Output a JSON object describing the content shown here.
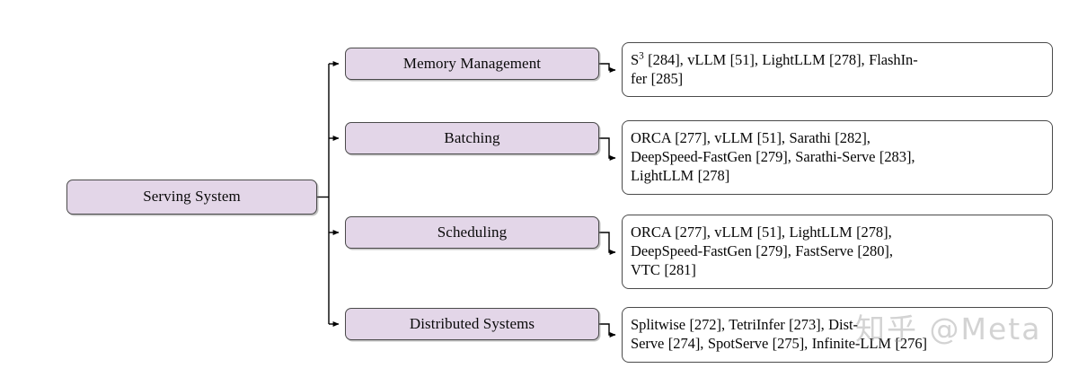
{
  "root": {
    "label": "Serving System"
  },
  "branches": [
    {
      "category": "Memory Management",
      "items_text": "S3 [284], vLLM [51], LightLLM [278], FlashIn-fer [285]",
      "lines": [
        "S^3 [284], vLLM [51], LightLLM [278], FlashIn-",
        "fer [285]"
      ],
      "entries": [
        {
          "name": "S3",
          "ref": "[284]"
        },
        {
          "name": "vLLM",
          "ref": "[51]"
        },
        {
          "name": "LightLLM",
          "ref": "[278]"
        },
        {
          "name": "FlashInfer",
          "ref": "[285]"
        }
      ]
    },
    {
      "category": "Batching",
      "items_text": "ORCA [277], vLLM [51], Sarathi [282], DeepSpeed-FastGen [279], Sarathi-Serve [283], LightLLM [278]",
      "lines": [
        "ORCA [277], vLLM [51], Sarathi [282],",
        "DeepSpeed-FastGen [279], Sarathi-Serve [283],",
        "LightLLM [278]"
      ],
      "entries": [
        {
          "name": "ORCA",
          "ref": "[277]"
        },
        {
          "name": "vLLM",
          "ref": "[51]"
        },
        {
          "name": "Sarathi",
          "ref": "[282]"
        },
        {
          "name": "DeepSpeed-FastGen",
          "ref": "[279]"
        },
        {
          "name": "Sarathi-Serve",
          "ref": "[283]"
        },
        {
          "name": "LightLLM",
          "ref": "[278]"
        }
      ]
    },
    {
      "category": "Scheduling",
      "items_text": "ORCA [277], vLLM [51], LightLLM [278], DeepSpeed-FastGen [279], FastServe [280], VTC [281]",
      "lines": [
        "ORCA [277], vLLM [51], LightLLM [278],",
        "DeepSpeed-FastGen [279], FastServe [280],",
        "VTC [281]"
      ],
      "entries": [
        {
          "name": "ORCA",
          "ref": "[277]"
        },
        {
          "name": "vLLM",
          "ref": "[51]"
        },
        {
          "name": "LightLLM",
          "ref": "[278]"
        },
        {
          "name": "DeepSpeed-FastGen",
          "ref": "[279]"
        },
        {
          "name": "FastServe",
          "ref": "[280]"
        },
        {
          "name": "VTC",
          "ref": "[281]"
        }
      ]
    },
    {
      "category": "Distributed Systems",
      "items_text": "Splitwise [272], TetriInfer [273], Dist-Serve [274], SpotServe [275], Infinite-LLM [276]",
      "lines": [
        "Splitwise [272], TetriInfer [273], Dist-",
        "Serve [274], SpotServe [275], Infinite-LLM [276]"
      ],
      "entries": [
        {
          "name": "Splitwise",
          "ref": "[272]"
        },
        {
          "name": "TetriInfer",
          "ref": "[273]"
        },
        {
          "name": "DistServe",
          "ref": "[274]"
        },
        {
          "name": "SpotServe",
          "ref": "[275]"
        },
        {
          "name": "Infinite-LLM",
          "ref": "[276]"
        }
      ]
    }
  ],
  "watermark": {
    "text": "知乎 @Meta"
  },
  "colors": {
    "node_fill": "#e3d6e8",
    "node_border": "#4a4a4a",
    "leaf_fill": "#ffffff",
    "connector": "#000000",
    "background": "#ffffff"
  }
}
